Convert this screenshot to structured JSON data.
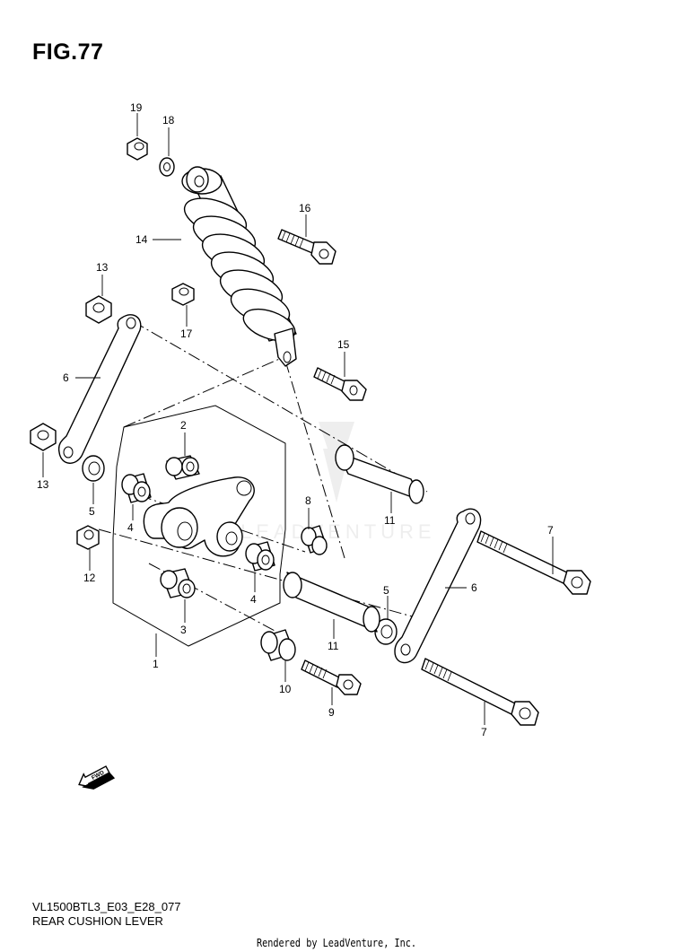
{
  "figure": {
    "title": "FIG.77"
  },
  "callouts": [
    {
      "id": "c19",
      "label": "19"
    },
    {
      "id": "c18",
      "label": "18"
    },
    {
      "id": "c16",
      "label": "16"
    },
    {
      "id": "c14",
      "label": "14"
    },
    {
      "id": "c13a",
      "label": "13"
    },
    {
      "id": "c17",
      "label": "17"
    },
    {
      "id": "c15",
      "label": "15"
    },
    {
      "id": "c6a",
      "label": "6"
    },
    {
      "id": "c2",
      "label": "2"
    },
    {
      "id": "c13b",
      "label": "13"
    },
    {
      "id": "c5a",
      "label": "5"
    },
    {
      "id": "c8",
      "label": "8"
    },
    {
      "id": "c4a",
      "label": "4"
    },
    {
      "id": "c11a",
      "label": "11"
    },
    {
      "id": "c7a",
      "label": "7"
    },
    {
      "id": "c12",
      "label": "12"
    },
    {
      "id": "c6b",
      "label": "6"
    },
    {
      "id": "c4b",
      "label": "4"
    },
    {
      "id": "c5b",
      "label": "5"
    },
    {
      "id": "c3",
      "label": "3"
    },
    {
      "id": "c11b",
      "label": "11"
    },
    {
      "id": "c1",
      "label": "1"
    },
    {
      "id": "c10",
      "label": "10"
    },
    {
      "id": "c9",
      "label": "9"
    },
    {
      "id": "c7b",
      "label": "7"
    }
  ],
  "watermark": {
    "text": "LEADVENTURE"
  },
  "direction_marker": {
    "text": "FWD",
    "icon": "fwd-arrow-icon"
  },
  "footer": {
    "code": "VL1500BTL3_E03_E28_077",
    "name": "REAR CUSHION LEVER"
  },
  "credit": {
    "text": "Rendered by LeadVenture, Inc."
  }
}
